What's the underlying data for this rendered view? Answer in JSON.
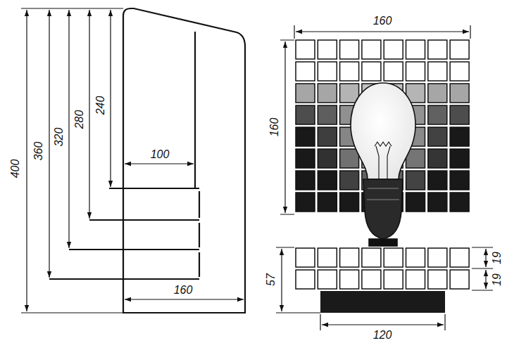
{
  "diagram": {
    "labels": [
      "400",
      "360",
      "320",
      "280",
      "240",
      "100",
      "160",
      "160",
      "160",
      "57",
      "19",
      "19",
      "120"
    ]
  }
}
